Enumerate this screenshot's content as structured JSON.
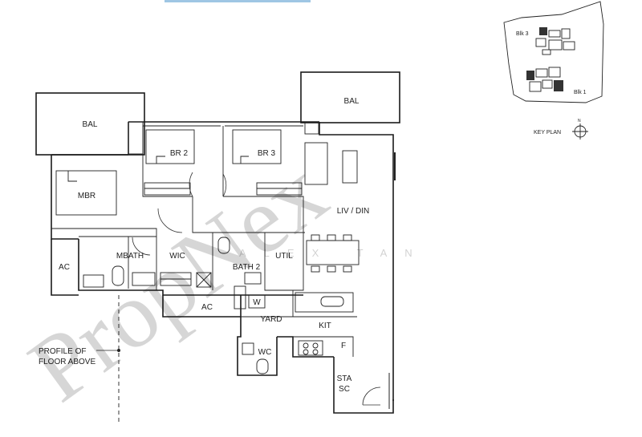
{
  "rooms": {
    "bal_left": "BAL",
    "bal_right": "BAL",
    "mbr": "MBR",
    "br2": "BR 2",
    "br3": "BR 3",
    "liv_din": "LIV / DIN",
    "ac_left": "AC",
    "mbath": "MBATH",
    "wic": "WIC",
    "bath2": "BATH 2",
    "util": "UTIL",
    "ac_bottom": "AC",
    "w": "W",
    "yard": "YARD",
    "kit": "KIT",
    "wc": "WC",
    "f": "F",
    "stair_1": "STA",
    "stair_2": "SC"
  },
  "profile_note": {
    "line1": "PROFILE OF",
    "line2": "FLOOR ABOVE"
  },
  "key_plan": {
    "label": "KEY PLAN",
    "blk3": "Blk 3",
    "blk1": "Blk 1",
    "north": "N"
  },
  "watermark": {
    "brand": "PropNex",
    "agent": "ALEX TAN"
  }
}
